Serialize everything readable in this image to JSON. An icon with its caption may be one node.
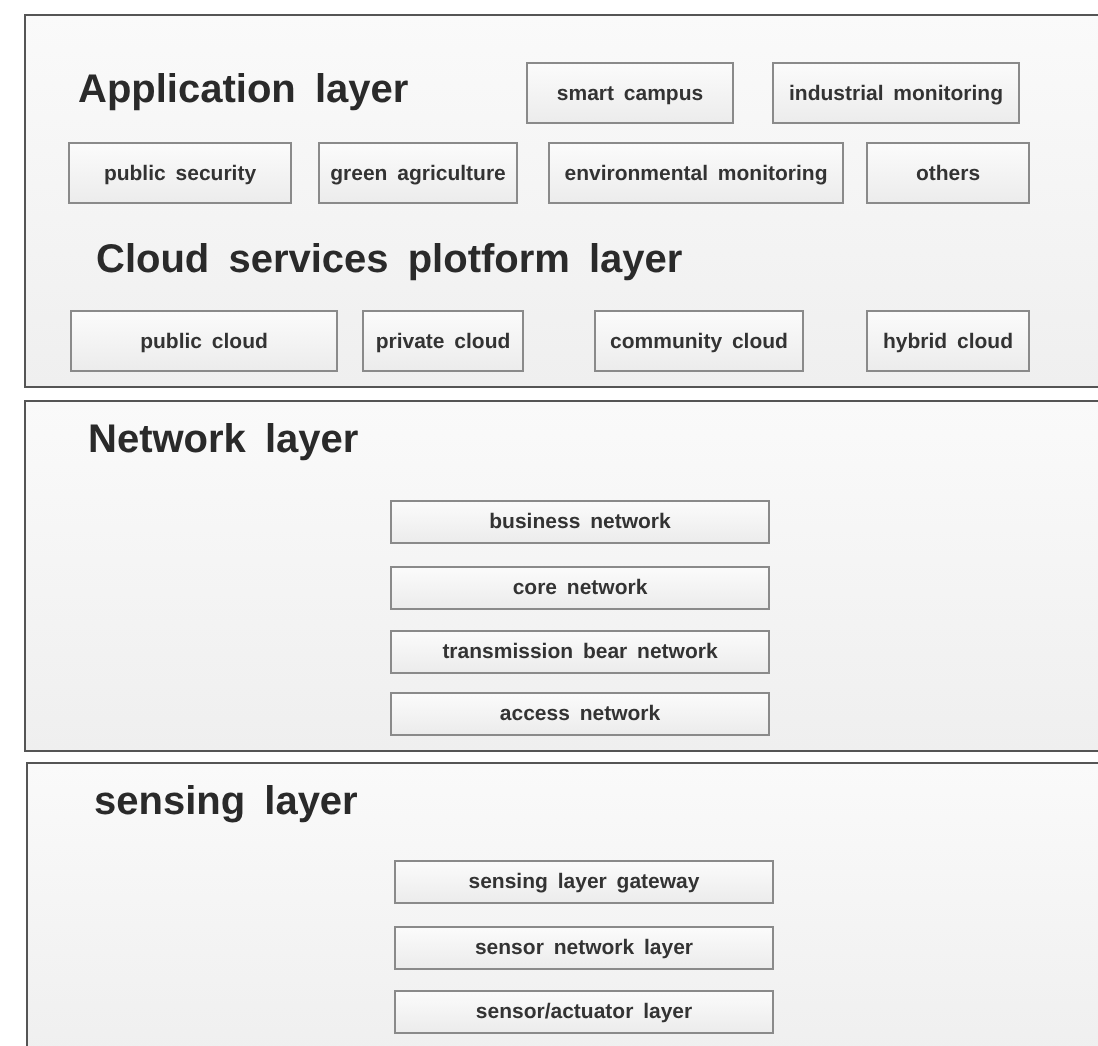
{
  "diagram": {
    "nodes": [
      {
        "text": [
          "Application layer",
          "Cloud services plotform layer"
        ]
      },
      {
        "text": [
          "smart campus"
        ],
        "in": 0
      },
      {
        "text": [
          "industrial monitoring"
        ],
        "in": 0
      },
      {
        "text": [
          "public security"
        ],
        "in": 0
      },
      {
        "text": [
          "green agriculture"
        ],
        "in": 0
      },
      {
        "text": [
          "environmental monitoring"
        ],
        "in": 0
      },
      {
        "text": [
          "others"
        ],
        "in": 0
      },
      {
        "text": [
          "public cloud"
        ],
        "in": 0
      },
      {
        "text": [
          "private cloud"
        ],
        "in": 0
      },
      {
        "text": [
          "community cloud"
        ],
        "in": 0
      },
      {
        "text": [
          "hybrid cloud"
        ],
        "in": 0
      },
      {
        "text": [
          "Network layer"
        ]
      },
      {
        "text": [
          "business network"
        ],
        "in": 11
      },
      {
        "text": [
          "core network"
        ],
        "in": 11
      },
      {
        "text": [
          "transmission bear network"
        ],
        "in": 11
      },
      {
        "text": [
          "access network"
        ],
        "in": 11
      },
      {
        "text": [
          "sensing layer"
        ]
      },
      {
        "text": [
          "sensing layer gateway"
        ],
        "in": 16
      },
      {
        "text": [
          "sensor network layer"
        ],
        "in": 16
      },
      {
        "text": [
          "sensor/actuator layer"
        ],
        "in": 16
      }
    ],
    "edges": []
  }
}
